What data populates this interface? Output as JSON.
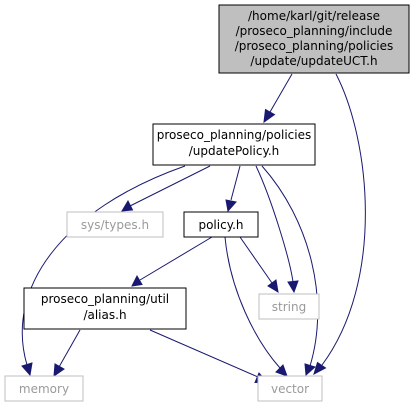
{
  "graph": {
    "colors": {
      "edge": "#191970",
      "root_fill": "#bfbfbf",
      "node_border": "#000000",
      "system_border": "#bfbfbf",
      "system_text": "#9a9a9a"
    },
    "nodes": {
      "root": {
        "lines": [
          "/home/karl/git/release",
          "/proseco_planning/include",
          "/proseco_planning/policies",
          "/update/updateUCT.h"
        ]
      },
      "update_policy": {
        "lines": [
          "proseco_planning/policies",
          "/updatePolicy.h"
        ]
      },
      "sys_types": {
        "lines": [
          "sys/types.h"
        ]
      },
      "policy": {
        "lines": [
          "policy.h"
        ]
      },
      "alias": {
        "lines": [
          "proseco_planning/util",
          "/alias.h"
        ]
      },
      "string": {
        "lines": [
          "string"
        ]
      },
      "memory": {
        "lines": [
          "memory"
        ]
      },
      "vector": {
        "lines": [
          "vector"
        ]
      }
    }
  }
}
